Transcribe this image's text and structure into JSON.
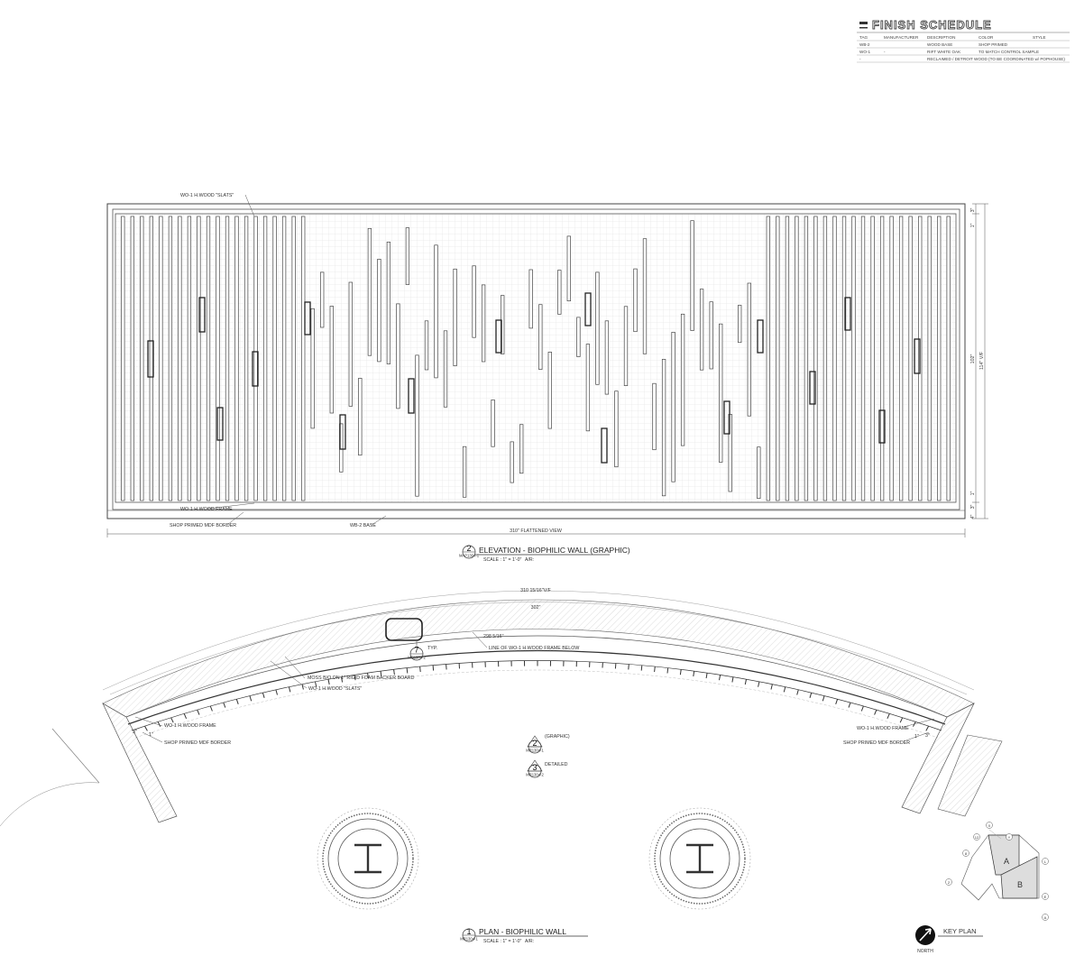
{
  "finish_schedule": {
    "title": "FINISH SCHEDULE",
    "columns": [
      "TAG",
      "MANUFACTURER",
      "DESCRIPTION",
      "COLOR",
      "STYLE"
    ],
    "rows": [
      [
        "WB-2",
        "",
        "WOOD BASE",
        "SHOP PRIMED",
        ""
      ],
      [
        "WO-1",
        "-",
        "RIFT WHITE OAK",
        "TO MATCH CONTROL SAMPLE",
        ""
      ],
      [
        "-",
        "",
        "",
        "RECLAIMED / DETROIT WOOD (TO BE COORDINATED w/ POPHOUSE)",
        ""
      ]
    ]
  },
  "elevation": {
    "number": "2",
    "sheet_ref": "MAP1304-1",
    "title": "ELEVATION - BIOPHILIC WALL (GRAPHIC)",
    "scale": "SCALE : 1\" = 1'-0\"",
    "extra": "A/R:",
    "notes": {
      "slats": "WO-1 H.WOOD \"SLATS\"",
      "frame": "WO-1 H.WOOD FRAME",
      "border": "SHOP PRIMED MDF BORDER",
      "base": "WB-2 BASE"
    },
    "dims": {
      "width": "310\" FLATTENED VIEW",
      "overall_height": "114\" V/F",
      "inner_height": "102\"",
      "top_border": "3\"",
      "top": "1\"",
      "bottom": "1\"",
      "bottom_border": "3\"",
      "base": "4\""
    }
  },
  "plan": {
    "number": "1",
    "sheet_ref": "MR1304-1",
    "title": "PLAN - BIOPHILIC WALL",
    "scale": "SCALE : 1\" = 1'-0\"",
    "extra": "A/R:",
    "dims": {
      "outer": "310 15/16\"V/F",
      "mid": "302\"",
      "inner": "298 5/16\""
    },
    "notes": {
      "typ": "TYP.",
      "frame_line": "LINE OF WO-1 H.WOOD FRAME BELOW",
      "moss": "MOSS B/O ON 1\" RIGID FOAM BACKER BOARD",
      "slats": "WO-1 H.WOOD \"SLATS\"",
      "frame": "WO-1 H.WOOD FRAME",
      "border": "SHOP PRIMED MDF BORDER",
      "dim_3": "3\"",
      "dim_1": "1\""
    },
    "callout_7": {
      "number": "7",
      "ref": "MR1304-2"
    },
    "refs": [
      {
        "number": "2",
        "ref": "MR1304-1",
        "label": "(GRAPHIC)"
      },
      {
        "number": "3",
        "ref": "MR1304-2",
        "label": "DETAILED"
      }
    ]
  },
  "key_plan": {
    "title": "KEY PLAN",
    "north": "NORTH",
    "areas": [
      "A",
      "B"
    ],
    "grid": [
      "X",
      "Y",
      "12",
      "8",
      "L",
      "2",
      "E",
      "A"
    ]
  }
}
